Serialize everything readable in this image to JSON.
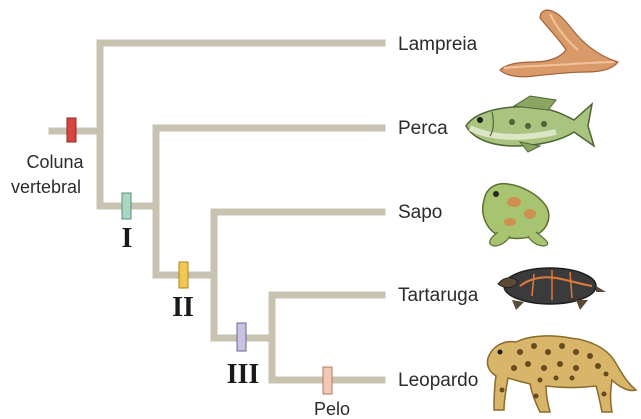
{
  "taxa": [
    "Lampreia",
    "Perca",
    "Sapo",
    "Tartaruga",
    "Leopardo"
  ],
  "traits": {
    "vertebral_column": "Coluna\nvertebral",
    "hair": "Pelo"
  },
  "nodes": [
    "I",
    "II",
    "III"
  ],
  "animals": {
    "lamprey": "lamprey-image",
    "fish": "fish-image",
    "frog": "frog-image",
    "turtle": "turtle-image",
    "leopard": "leopard-image"
  },
  "colors": {
    "branch": "#c7c3b0",
    "vertebral_marker": "#d9443f",
    "marker_I": "#a9d7c2",
    "marker_II": "#f2c84f",
    "marker_III": "#c9c2e3",
    "marker_hair": "#f1c8b4"
  }
}
